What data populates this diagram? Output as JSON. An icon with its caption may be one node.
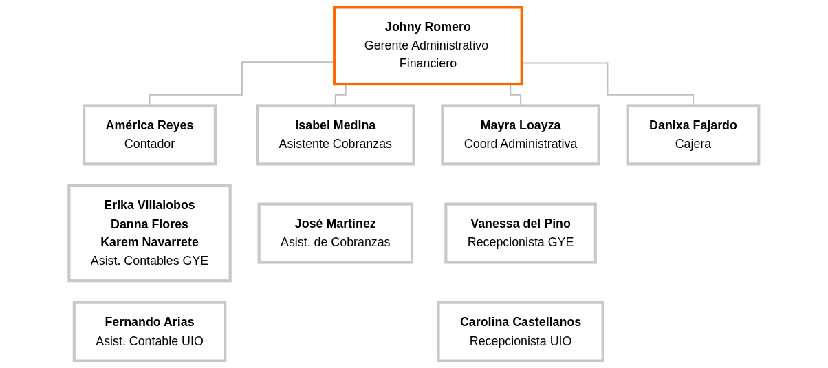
{
  "diagram": {
    "nodes": [
      {
        "text": [
          "Johny Romero",
          "Gerente Administrativo Financiero"
        ]
      },
      {
        "text": [
          "América Reyes",
          "Contador"
        ]
      },
      {
        "text": [
          "Erika Villalobos",
          "Danna Flores",
          "Karem Navarrete",
          "Asist. Contables GYE"
        ]
      },
      {
        "text": [
          "Fernando Arias",
          "Asist. Contable UIO"
        ]
      },
      {
        "text": [
          "Isabel Medina",
          "Asistente Cobranzas"
        ]
      },
      {
        "text": [
          "José Martínez",
          "Asist. de Cobranzas"
        ]
      },
      {
        "text": [
          "Mayra Loayza",
          "Coord Administrativa"
        ]
      },
      {
        "text": [
          "Vanessa del Pino",
          "Recepcionista GYE"
        ]
      },
      {
        "text": [
          "Carolina Castellanos",
          "Recepcionista UIO"
        ]
      },
      {
        "text": [
          "Danixa Fajardo",
          "Cajera"
        ]
      }
    ],
    "edges": [
      {
        "from": 0,
        "to": 1,
        "arrow": "none"
      },
      {
        "from": 0,
        "to": 4,
        "arrow": "none"
      },
      {
        "from": 0,
        "to": 6,
        "arrow": "none"
      },
      {
        "from": 0,
        "to": 9,
        "arrow": "none"
      }
    ]
  }
}
